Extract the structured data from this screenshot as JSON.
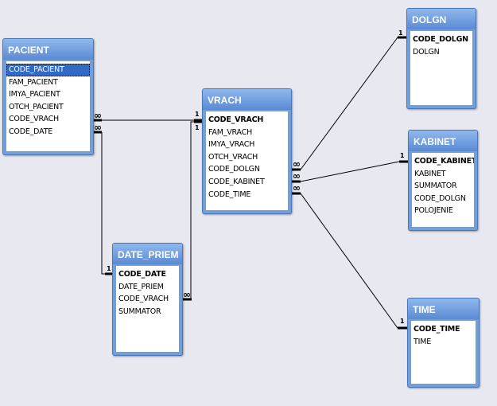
{
  "colors": {
    "background": "#e8e8f0",
    "table_frame": "#6f9fdc",
    "title_text": "#ffffff",
    "selection": "#316ac5",
    "line": "#000000"
  },
  "tables": {
    "pacient": {
      "title": "PACIENT",
      "fields": [
        "CODE_PACIENT",
        "FAM_PACIENT",
        "IMYA_PACIENT",
        "OTCH_PACIENT",
        "CODE_VRACH",
        "CODE_DATE"
      ],
      "selected": "CODE_PACIENT"
    },
    "vrach": {
      "title": "VRACH",
      "fields": [
        "CODE_VRACH",
        "FAM_VRACH",
        "IMYA_VRACH",
        "OTCH_VRACH",
        "CODE_DOLGN",
        "CODE_KABINET",
        "CODE_TIME"
      ],
      "key": "CODE_VRACH"
    },
    "date_priem": {
      "title": "DATE_PRIEM",
      "fields": [
        "CODE_DATE",
        "DATE_PRIEM",
        "CODE_VRACH",
        "SUMMATOR"
      ],
      "key": "CODE_DATE"
    },
    "dolgn": {
      "title": "DOLGN",
      "fields": [
        "CODE_DOLGN",
        "DOLGN"
      ],
      "key": "CODE_DOLGN"
    },
    "kabinet": {
      "title": "KABINET",
      "fields": [
        "CODE_KABINET",
        "KABINET",
        "SUMMATOR",
        "CODE_DOLGN",
        "POLOJENIE"
      ],
      "key": "CODE_KABINET"
    },
    "time": {
      "title": "TIME",
      "fields": [
        "CODE_TIME",
        "TIME"
      ],
      "key": "CODE_TIME"
    }
  },
  "relations": {
    "one_symbol": "1",
    "many_symbol": "∞"
  }
}
